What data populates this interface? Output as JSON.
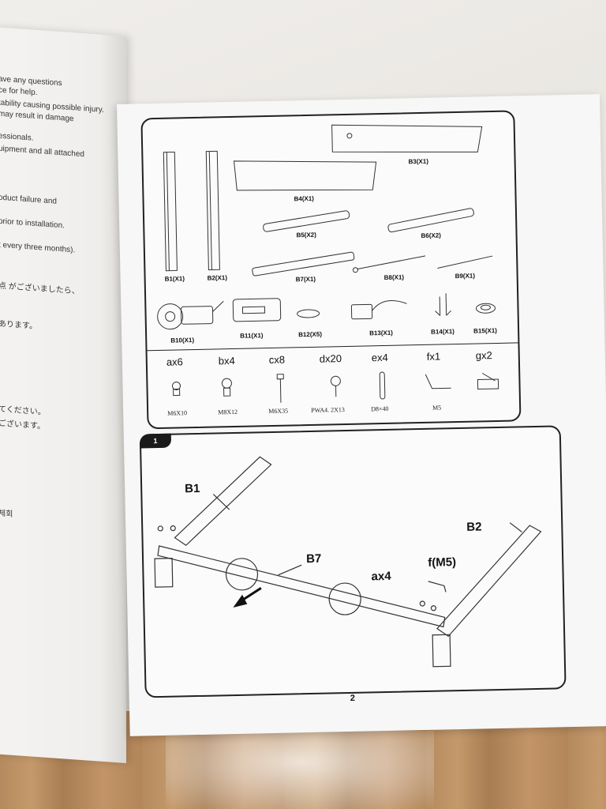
{
  "left_page": {
    "lines": [
      "ave any questions",
      "ce for help.",
      "tability causing possible injury.",
      "may result in damage",
      "essionals.",
      "uipment and all attached",
      "oduct failure and",
      "prior to installation.",
      "t every three months).",
      "点 がございましたら、",
      "あります。",
      "てください。",
      "ございます。",
      "체회"
    ]
  },
  "parts": [
    {
      "label": "B1(X1)"
    },
    {
      "label": "B2(X1)"
    },
    {
      "label": "B3(X1)"
    },
    {
      "label": "B4(X1)"
    },
    {
      "label": "B5(X2)"
    },
    {
      "label": "B6(X2)"
    },
    {
      "label": "B7(X1)"
    },
    {
      "label": "B8(X1)"
    },
    {
      "label": "B9(X1)"
    },
    {
      "label": "B10(X1)"
    },
    {
      "label": "B11(X1)"
    },
    {
      "label": "B12(X5)"
    },
    {
      "label": "B13(X1)"
    },
    {
      "label": "B14(X1)"
    },
    {
      "label": "B15(X1)"
    }
  ],
  "hardware": [
    {
      "code": "ax6",
      "spec": "M6X10"
    },
    {
      "code": "bx4",
      "spec": "M8X12"
    },
    {
      "code": "cx8",
      "spec": "M6X35"
    },
    {
      "code": "dx20",
      "spec": "PWA4. 2X13"
    },
    {
      "code": "ex4",
      "spec": "D8×40"
    },
    {
      "code": "fx1",
      "spec": "M5"
    },
    {
      "code": "gx2",
      "spec": ""
    }
  ],
  "step": {
    "number": "1",
    "callouts": {
      "b1": "B1",
      "b2": "B2",
      "b7": "B7",
      "ax4": "ax4",
      "f": "f(M5)"
    }
  },
  "page_number": "2"
}
